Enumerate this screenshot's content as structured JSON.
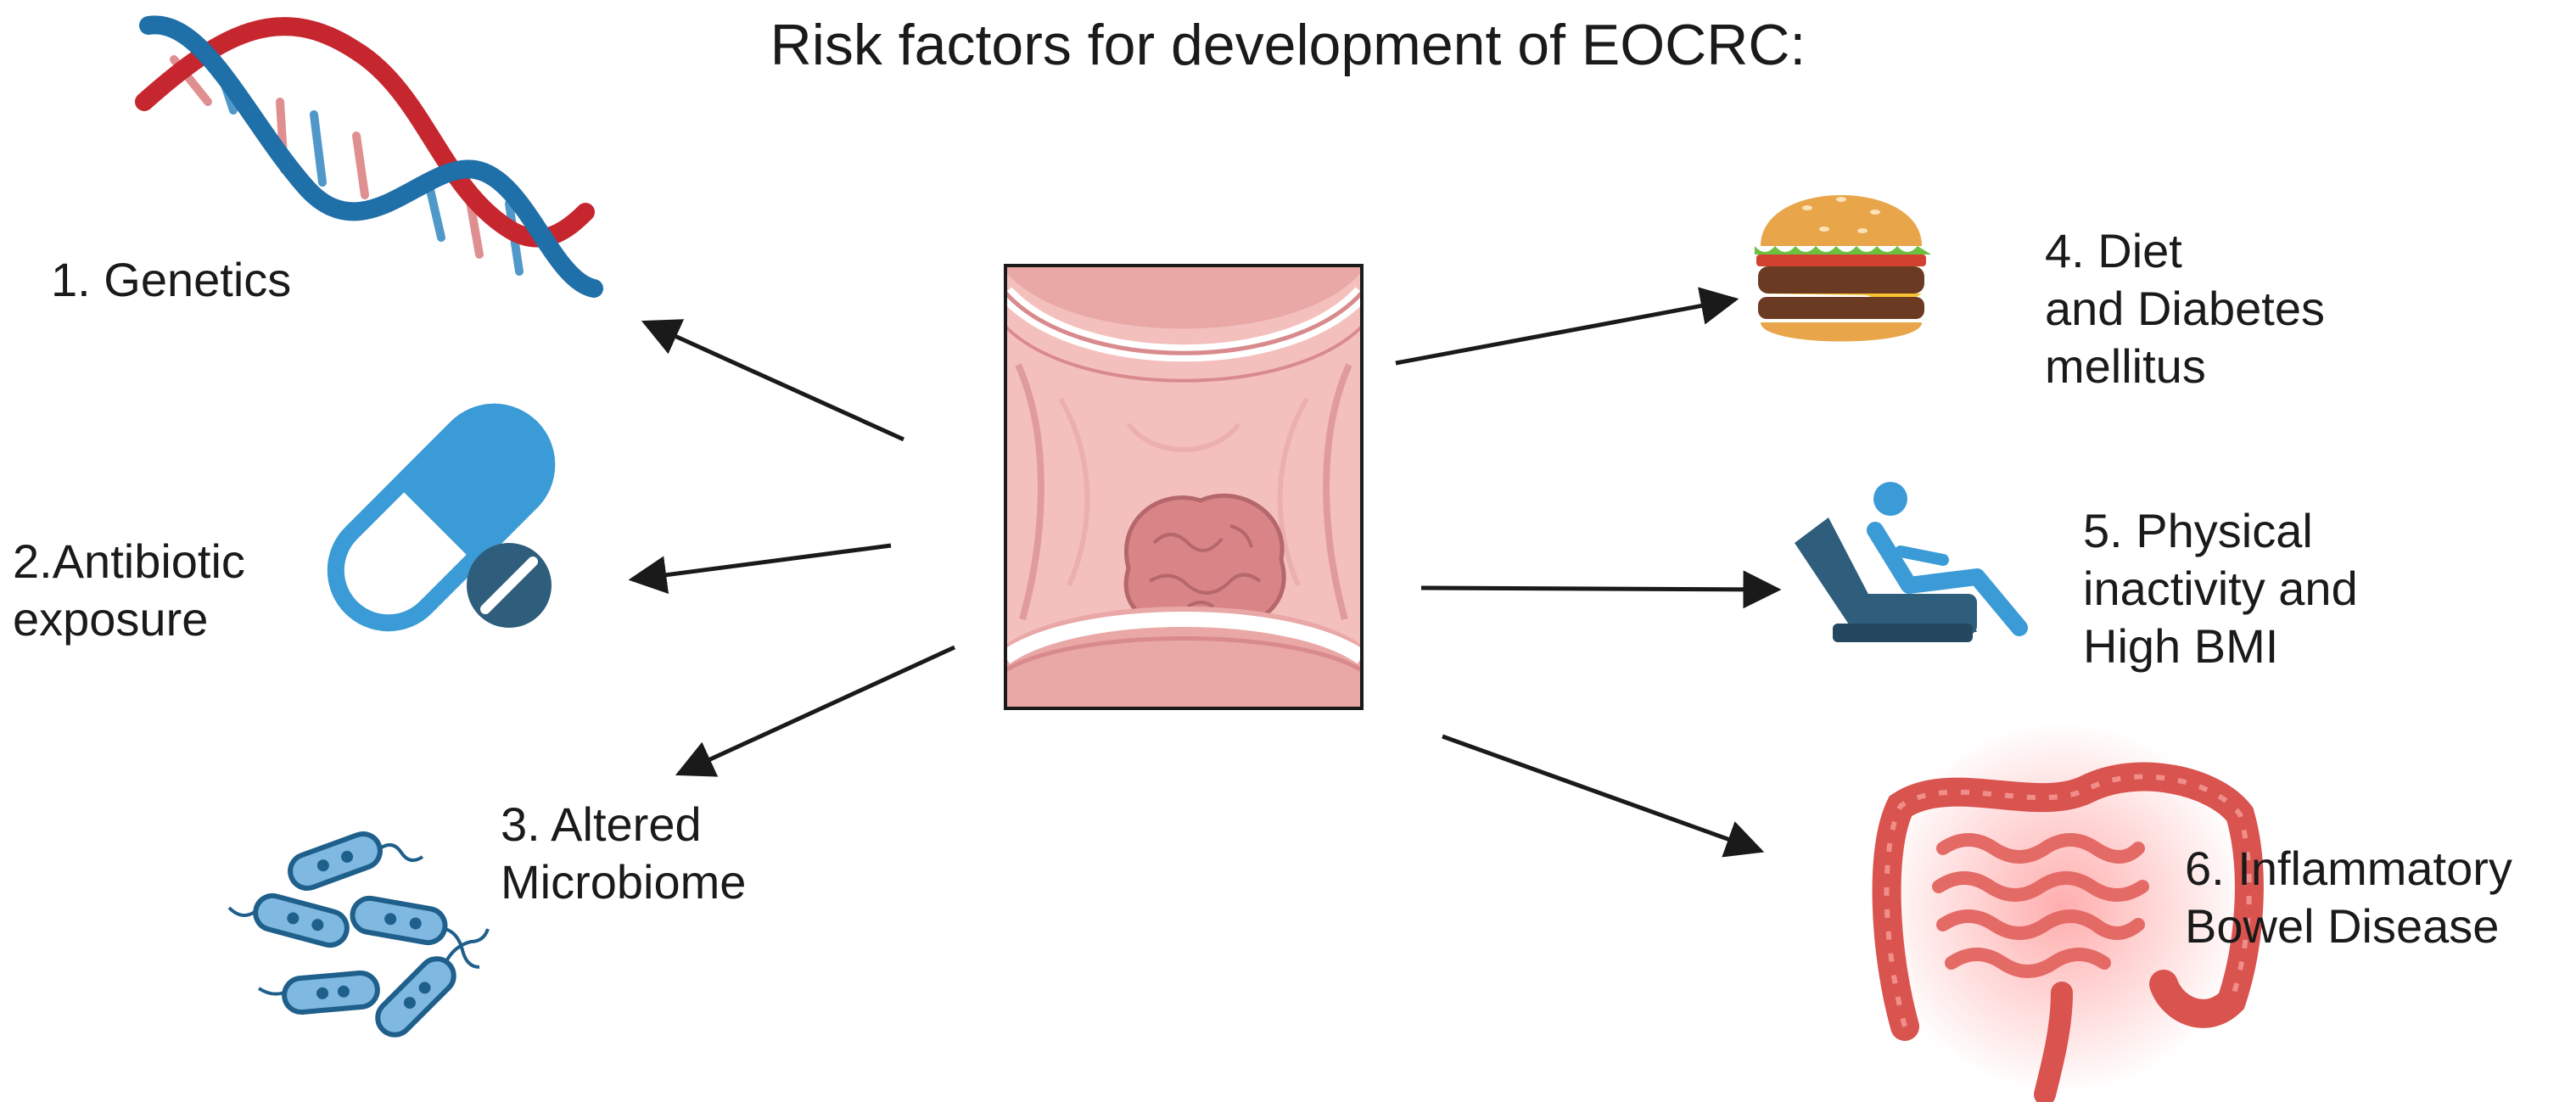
{
  "title": "Risk factors for development of EOCRC:",
  "factors": [
    {
      "line1": "1.  Genetics",
      "line2": "",
      "icon": "dna-helix-icon"
    },
    {
      "line1": "2.Antibiotic",
      "line2": "exposure",
      "icon": "pill-capsule-icon"
    },
    {
      "line1": "3. Altered",
      "line2": "Microbiome",
      "icon": "bacteria-icon"
    },
    {
      "line1": "4. Diet",
      "line2": "and Diabetes",
      "line3": "mellitus",
      "icon": "burger-icon"
    },
    {
      "line1": "5. Physical",
      "line2": "inactivity and",
      "line3": "High BMI",
      "icon": "reclining-person-icon"
    },
    {
      "line1": "6. Inflammatory",
      "line2": "Bowel Disease",
      "icon": "inflamed-intestine-icon"
    }
  ],
  "center_image": "colon-tumor-illustration",
  "colors": {
    "text": "#1a1a1a",
    "dna_red": "#c6262e",
    "dna_blue": "#1f6fa8",
    "pill_blue": "#3b9bd6",
    "pill_dark": "#2f5d7c",
    "colon_pink": "#f2b8b6",
    "tumor": "#d98486",
    "inflamed_red": "#e0474c"
  }
}
